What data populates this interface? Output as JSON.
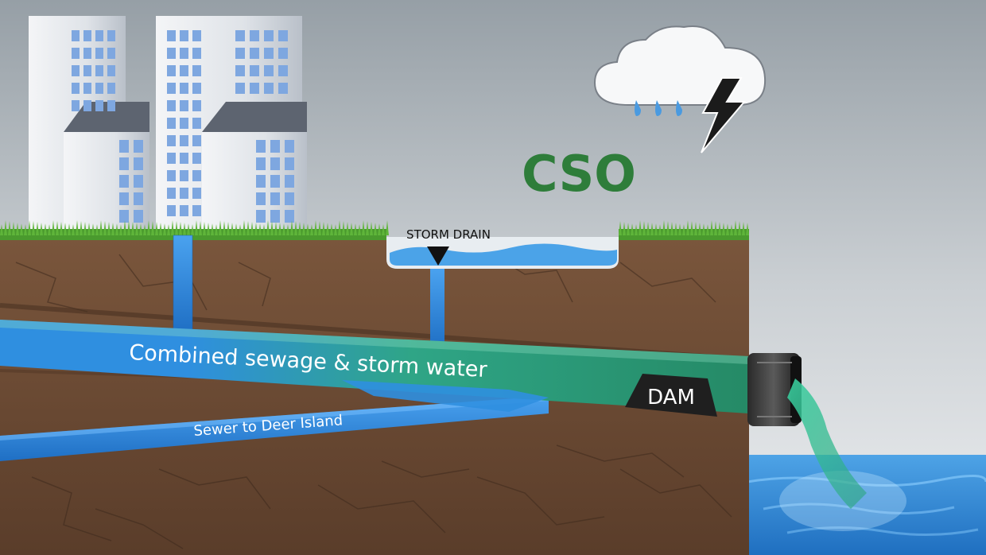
{
  "title": "CSO",
  "labels": {
    "storm_drain": "STORM DRAIN",
    "combined": "Combined sewage & storm water",
    "sewer": "Sewer to Deer Island",
    "dam": "DAM"
  },
  "icons": [
    "storm-cloud-icon",
    "lightning-bolt-icon",
    "raindrop-icon",
    "arrow-down-icon"
  ],
  "colors": {
    "title_green": "#2e7d3a",
    "sewer_blue": "#2f86d6",
    "combined_green": "#2fa07a",
    "soil": "#6b4a34",
    "grass": "#4a9a2e",
    "water": "#3c8fd8",
    "sky_top": "#9aa3a9",
    "sky_bottom": "#e9ecee"
  }
}
